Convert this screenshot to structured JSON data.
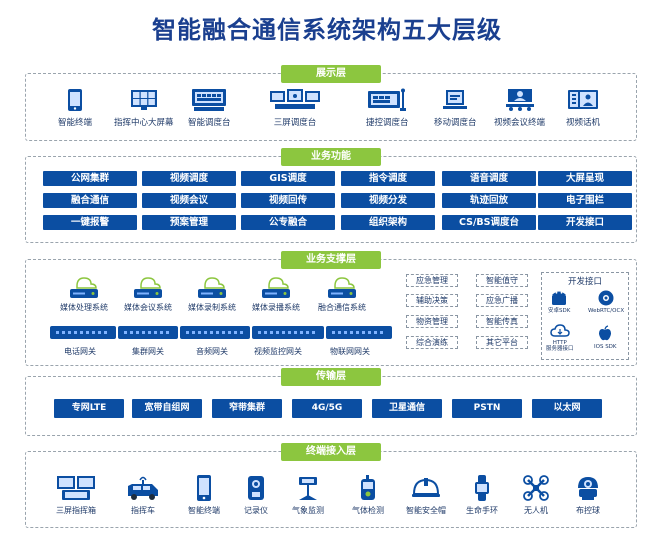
{
  "title": "智能融合通信系统架构五大层级",
  "layers": {
    "display": {
      "label": "展示层",
      "items": [
        "智能终端",
        "指挥中心大屏幕",
        "智能调度台",
        "三屏调度台",
        "捷控调度台",
        "移动调度台",
        "视频会议终端",
        "视频话机"
      ]
    },
    "business": {
      "label": "业务功能",
      "rows": [
        [
          "公网集群",
          "视频调度",
          "GIS调度",
          "指令调度",
          "语音调度",
          "大屏呈现"
        ],
        [
          "融合通信",
          "视频会议",
          "视频回传",
          "视频分发",
          "轨迹回放",
          "电子围栏"
        ],
        [
          "一键报警",
          "预案管理",
          "公专融合",
          "组织架构",
          "CS/BS调度台",
          "开发接口"
        ]
      ]
    },
    "support": {
      "label": "业务支撑层",
      "systems": [
        "媒体处理系统",
        "媒体会议系统",
        "媒体录制系统",
        "媒体录播系统",
        "融合通信系统"
      ],
      "gateways": [
        "电话网关",
        "集群网关",
        "音频网关",
        "视频监控网关",
        "物联网网关"
      ],
      "tags": [
        "应急管理",
        "智能值守",
        "辅助决策",
        "应急广播",
        "物资管理",
        "智能传真",
        "综合演练",
        "其它平台"
      ],
      "dev": {
        "title": "开发接口",
        "sdks": [
          "安卓SDK",
          "WebRTC/OCX",
          "HTTP\n服务器接口",
          "IOS SDK"
        ]
      }
    },
    "transport": {
      "label": "传输层",
      "items": [
        "专网LTE",
        "宽带自组网",
        "窄带集群",
        "4G/5G",
        "卫星通信",
        "PSTN",
        "以太网"
      ]
    },
    "terminal": {
      "label": "终端接入层",
      "items": [
        "三屏指挥箱",
        "指挥车",
        "智能终端",
        "记录仪",
        "气象监测",
        "气体检测",
        "智能安全帽",
        "生命手环",
        "无人机",
        "布控球"
      ]
    }
  },
  "colors": {
    "primary": "#0b4ea2",
    "label_green": "#8cc63f",
    "border": "#9aa4ad"
  }
}
